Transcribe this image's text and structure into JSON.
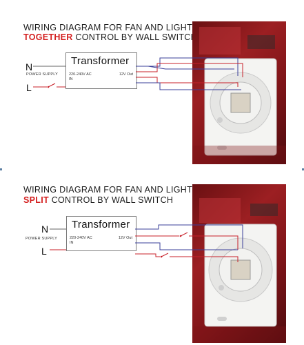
{
  "diagrams": [
    {
      "title_line1": "WIRING DIAGRAM FOR FAN AND LIGHT",
      "title_highlight": "TOGETHER",
      "title_rest": " CONTROL BY WALL SWITCH",
      "label_n": "N",
      "label_l": "L",
      "label_power": "POWER SUPPLY",
      "transformer_name": "Transformer",
      "transformer_input": "220-240V AC",
      "transformer_input_sub": "IN",
      "transformer_output": "12V Out"
    },
    {
      "title_line1": "WIRING DIAGRAM FOR FAN AND LIGHT",
      "title_highlight": "SPLIT",
      "title_rest": " CONTROL BY WALL SWITCH",
      "label_n": "N",
      "label_l": "L",
      "label_power": "POWER SUPPLY",
      "transformer_name": "Transformer",
      "transformer_input": "220-240V AC",
      "transformer_input_sub": "IN",
      "transformer_output": "12V Out"
    }
  ],
  "colors": {
    "highlight": "#d42020",
    "wire_red": "#c8202a",
    "wire_blue": "#3a3f9a",
    "wire_grey": "#666666"
  }
}
